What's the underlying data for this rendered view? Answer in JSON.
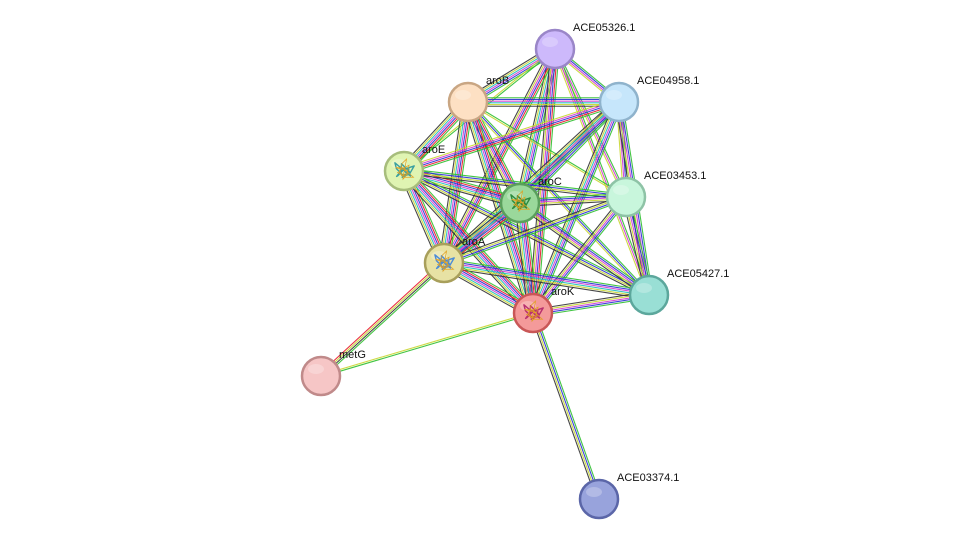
{
  "nodes": [
    {
      "id": "ACE05326.1",
      "label": "ACE05326.1",
      "fill": "#cdb9fb",
      "stroke": "#9a86c8",
      "icon": "none"
    },
    {
      "id": "ACE04958.1",
      "label": "ACE04958.1",
      "fill": "#c6e6fb",
      "stroke": "#8fb3cc",
      "icon": "none"
    },
    {
      "id": "aroB",
      "label": "aroB",
      "fill": "#fde0c3",
      "stroke": "#c9a683",
      "icon": "none"
    },
    {
      "id": "aroE",
      "label": "aroE",
      "fill": "#dff4b2",
      "stroke": "#a7bd7c",
      "icon": "protein-structure-icon"
    },
    {
      "id": "aroC",
      "label": "aroC",
      "fill": "#9ad89b",
      "stroke": "#5a9f5c",
      "icon": "protein-structure-icon"
    },
    {
      "id": "ACE03453.1",
      "label": "ACE03453.1",
      "fill": "#c8f6dc",
      "stroke": "#8ec3a6",
      "icon": "none"
    },
    {
      "id": "aroA",
      "label": "aroA",
      "fill": "#e7e2a4",
      "stroke": "#a89f5b",
      "icon": "protein-structure-icon"
    },
    {
      "id": "ACE05427.1",
      "label": "ACE05427.1",
      "fill": "#99dfd5",
      "stroke": "#5ca79c",
      "icon": "none"
    },
    {
      "id": "aroK",
      "label": "aroK",
      "fill": "#f49a9a",
      "stroke": "#c95757",
      "icon": "protein-structure-icon"
    },
    {
      "id": "metG",
      "label": "metG",
      "fill": "#f6c6c6",
      "stroke": "#c08a8a",
      "icon": "none"
    },
    {
      "id": "ACE03374.1",
      "label": "ACE03374.1",
      "fill": "#98a3dc",
      "stroke": "#5b66a8",
      "icon": "none"
    }
  ],
  "edge_colors": {
    "green": "#2fbf2f",
    "red": "#e8192c",
    "blue": "#2b2fd6",
    "magenta": "#d13ad1",
    "cyan": "#1fbcbc",
    "yellow": "#c9d630",
    "black": "#333333",
    "lilac": "#9fa0e0"
  },
  "edges": [
    {
      "a": "ACE05326.1",
      "b": "aroB",
      "colors": [
        "green",
        "blue",
        "magenta",
        "cyan",
        "yellow",
        "black"
      ]
    },
    {
      "a": "ACE05326.1",
      "b": "ACE04958.1",
      "colors": [
        "green",
        "blue",
        "magenta",
        "yellow"
      ]
    },
    {
      "a": "ACE05326.1",
      "b": "aroE",
      "colors": [
        "green",
        "yellow"
      ]
    },
    {
      "a": "ACE05326.1",
      "b": "aroC",
      "colors": [
        "green",
        "blue",
        "magenta",
        "cyan",
        "yellow",
        "black"
      ]
    },
    {
      "a": "ACE05326.1",
      "b": "ACE03453.1",
      "colors": [
        "green",
        "magenta",
        "yellow"
      ]
    },
    {
      "a": "ACE05326.1",
      "b": "aroA",
      "colors": [
        "green",
        "red",
        "blue",
        "magenta",
        "yellow",
        "black"
      ]
    },
    {
      "a": "ACE05326.1",
      "b": "ACE05427.1",
      "colors": [
        "green",
        "magenta",
        "yellow"
      ]
    },
    {
      "a": "ACE05326.1",
      "b": "aroK",
      "colors": [
        "green",
        "red",
        "blue",
        "magenta",
        "yellow",
        "black"
      ]
    },
    {
      "a": "aroB",
      "b": "ACE04958.1",
      "colors": [
        "green",
        "blue",
        "magenta",
        "cyan",
        "yellow",
        "black"
      ]
    },
    {
      "a": "aroB",
      "b": "aroE",
      "colors": [
        "green",
        "red",
        "blue",
        "magenta",
        "cyan",
        "yellow",
        "black"
      ]
    },
    {
      "a": "aroB",
      "b": "aroC",
      "colors": [
        "green",
        "red",
        "blue",
        "magenta",
        "yellow",
        "black"
      ]
    },
    {
      "a": "aroB",
      "b": "ACE03453.1",
      "colors": [
        "green",
        "yellow"
      ]
    },
    {
      "a": "aroB",
      "b": "aroA",
      "colors": [
        "green",
        "red",
        "blue",
        "magenta",
        "cyan",
        "yellow",
        "black"
      ]
    },
    {
      "a": "aroB",
      "b": "ACE05427.1",
      "colors": [
        "green",
        "blue",
        "yellow"
      ]
    },
    {
      "a": "aroB",
      "b": "aroK",
      "colors": [
        "green",
        "red",
        "blue",
        "magenta",
        "cyan",
        "yellow",
        "black"
      ]
    },
    {
      "a": "ACE04958.1",
      "b": "aroE",
      "colors": [
        "green",
        "red",
        "blue",
        "magenta",
        "yellow"
      ]
    },
    {
      "a": "ACE04958.1",
      "b": "aroC",
      "colors": [
        "green",
        "blue",
        "magenta",
        "cyan",
        "yellow",
        "black"
      ]
    },
    {
      "a": "ACE04958.1",
      "b": "ACE03453.1",
      "colors": [
        "green",
        "blue",
        "magenta",
        "yellow"
      ]
    },
    {
      "a": "ACE04958.1",
      "b": "aroA",
      "colors": [
        "green",
        "blue",
        "magenta",
        "cyan",
        "yellow",
        "black"
      ]
    },
    {
      "a": "ACE04958.1",
      "b": "ACE05427.1",
      "colors": [
        "green",
        "blue",
        "magenta",
        "yellow",
        "black"
      ]
    },
    {
      "a": "ACE04958.1",
      "b": "aroK",
      "colors": [
        "green",
        "blue",
        "magenta",
        "cyan",
        "yellow",
        "black"
      ]
    },
    {
      "a": "aroE",
      "b": "aroC",
      "colors": [
        "green",
        "red",
        "blue",
        "magenta",
        "cyan",
        "yellow",
        "black"
      ]
    },
    {
      "a": "aroE",
      "b": "ACE03453.1",
      "colors": [
        "green",
        "blue",
        "yellow",
        "black"
      ]
    },
    {
      "a": "aroE",
      "b": "aroA",
      "colors": [
        "green",
        "red",
        "blue",
        "magenta",
        "cyan",
        "yellow",
        "black"
      ]
    },
    {
      "a": "aroE",
      "b": "ACE05427.1",
      "colors": [
        "green",
        "blue",
        "yellow",
        "black"
      ]
    },
    {
      "a": "aroE",
      "b": "aroK",
      "colors": [
        "green",
        "red",
        "blue",
        "magenta",
        "cyan",
        "yellow",
        "black"
      ]
    },
    {
      "a": "aroC",
      "b": "ACE03453.1",
      "colors": [
        "green",
        "blue",
        "magenta",
        "yellow",
        "black"
      ]
    },
    {
      "a": "aroC",
      "b": "aroA",
      "colors": [
        "green",
        "red",
        "blue",
        "magenta",
        "cyan",
        "yellow",
        "black"
      ]
    },
    {
      "a": "aroC",
      "b": "ACE05427.1",
      "colors": [
        "green",
        "blue",
        "magenta",
        "yellow",
        "black"
      ]
    },
    {
      "a": "aroC",
      "b": "aroK",
      "colors": [
        "green",
        "red",
        "blue",
        "magenta",
        "cyan",
        "yellow",
        "black"
      ]
    },
    {
      "a": "ACE03453.1",
      "b": "aroA",
      "colors": [
        "green",
        "blue",
        "yellow",
        "black"
      ]
    },
    {
      "a": "ACE03453.1",
      "b": "ACE05427.1",
      "colors": [
        "green",
        "blue",
        "magenta",
        "yellow",
        "black"
      ]
    },
    {
      "a": "ACE03453.1",
      "b": "aroK",
      "colors": [
        "green",
        "blue",
        "magenta",
        "yellow",
        "black"
      ]
    },
    {
      "a": "aroA",
      "b": "ACE05427.1",
      "colors": [
        "green",
        "blue",
        "magenta",
        "cyan",
        "yellow",
        "black"
      ]
    },
    {
      "a": "aroA",
      "b": "aroK",
      "colors": [
        "green",
        "red",
        "blue",
        "magenta",
        "cyan",
        "yellow",
        "black"
      ]
    },
    {
      "a": "aroA",
      "b": "metG",
      "colors": [
        "green",
        "black",
        "yellow",
        "red"
      ]
    },
    {
      "a": "ACE05427.1",
      "b": "aroK",
      "colors": [
        "green",
        "blue",
        "magenta",
        "yellow",
        "black"
      ]
    },
    {
      "a": "aroK",
      "b": "metG",
      "colors": [
        "green",
        "yellow"
      ]
    },
    {
      "a": "aroK",
      "b": "ACE03374.1",
      "colors": [
        "green",
        "blue",
        "yellow",
        "black"
      ]
    }
  ]
}
